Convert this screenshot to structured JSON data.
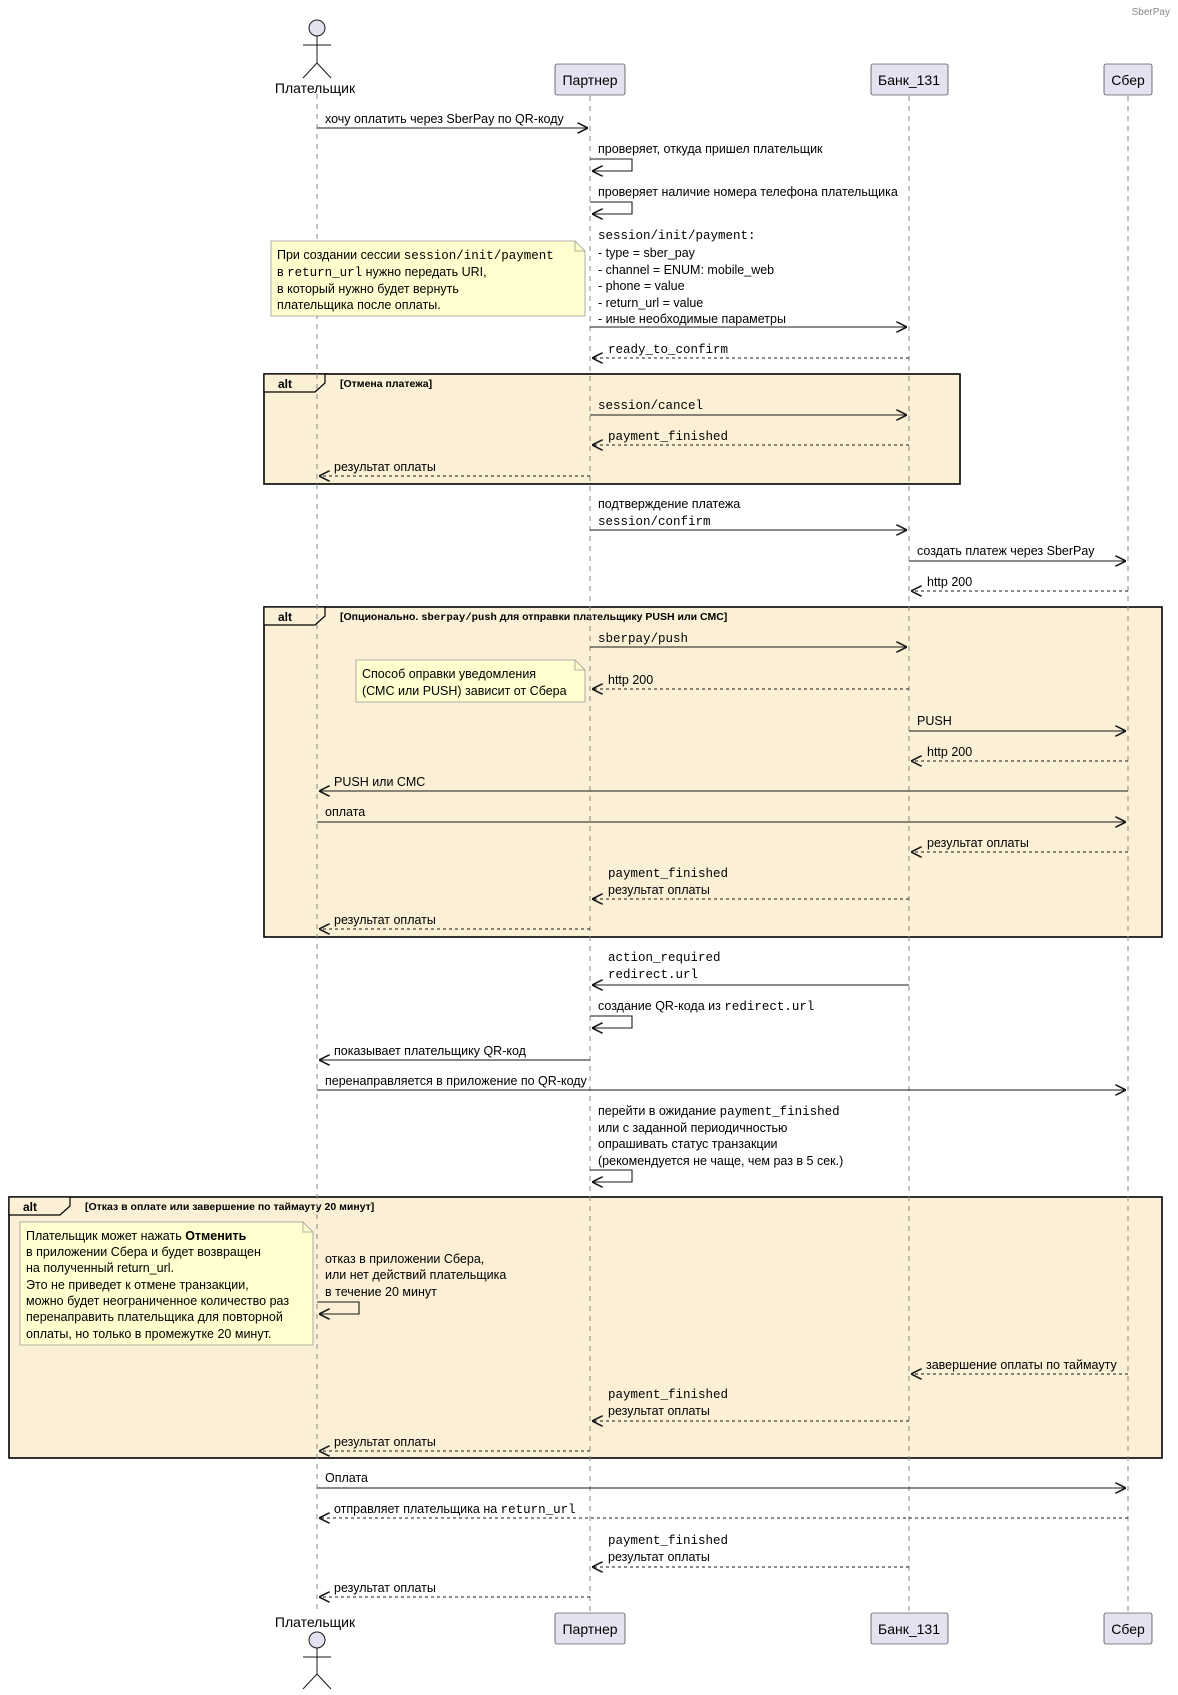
{
  "caption": "SberPay",
  "participants": {
    "payer": "Плательщик",
    "partner": "Партнер",
    "bank": "Банк_131",
    "sber": "Сбер"
  },
  "messages": {
    "m1": "хочу оплатить через SberPay по QR-коду",
    "m2": "проверяет, откуда пришел плательщик",
    "m3": "проверяет наличие номера телефона плательщика",
    "m4_code": "session/init/payment:",
    "m4_l2": " - type = sber_pay",
    "m4_l3": " - channel = ENUM: mobile_web",
    "m4_l4": " - phone = value",
    "m4_l5": " - return_url = value",
    "m4_l6": " - иные необходимые параметры",
    "m5": "ready_to_confirm",
    "m6": "session/cancel",
    "m7": "payment_finished",
    "m8": "результат оплаты",
    "m9_l1": "подтверждение платежа",
    "m9_l2": "session/confirm",
    "m10": "создать платеж через SberPay",
    "m11": "http 200",
    "m12": "sberpay/push",
    "m13": "http 200",
    "m14": "PUSH",
    "m15": "http 200",
    "m16": "PUSH или СМС",
    "m17": "оплата",
    "m18": "результат оплаты",
    "m19_code": "payment_finished",
    "m19_l2": "результат оплаты",
    "m20": "результат оплаты",
    "m21_l1": "action_required",
    "m21_l2": "redirect.url",
    "m22_text": "создание QR-кода из ",
    "m22_code": "redirect.url",
    "m23": "показывает плательщику QR-код",
    "m24": "перенаправляется в приложение по QR-коду",
    "m25_l1_text": "перейти в ожидание ",
    "m25_l1_code": "payment_finished",
    "m25_l2": " или с заданной периодичностью",
    "m25_l3": " опрашивать статус транзакции",
    "m25_l4": " (рекомендуется не чаще, чем раз в 5 сек.)",
    "m26_l1": "отказ в приложении Сбера,",
    "m26_l2": "  или нет действий плательщика",
    "m26_l3": "в течение 20 минут",
    "m27": "завершение оплаты по таймауту",
    "m28_code": "payment_finished",
    "m28_l2": "результат оплаты",
    "m29": "результат оплаты",
    "m30": "Оплата",
    "m31_text": "отправляет плательщика на ",
    "m31_code": "return_url",
    "m32_code": "payment_finished",
    "m32_l2": "результат оплаты",
    "m33": "результат оплаты"
  },
  "notes": {
    "n1_l1_text": "При создании сессии ",
    "n1_l1_code": "session/init/payment",
    "n1_l2_pre": "в ",
    "n1_l2_code": "return_url",
    "n1_l2_post": " нужно передать URI,",
    "n1_l3": "в который нужно будет вернуть",
    "n1_l4": "плательщика после оплаты.",
    "n2_l1": "Способ оправки уведомления",
    "n2_l2": "(СМС или PUSH) зависит от Сбера",
    "n3_l1_text": "Плательщик может нажать ",
    "n3_l1_bold": "Отменить",
    "n3_l2": "в приложении Сбера и будет возвращен",
    "n3_l3": "на полученный return_url.",
    "n3_l4": "Это не приведет к отмене транзакции,",
    "n3_l5": "можно будет неограниченное количество раз",
    "n3_l6": "перенаправить плательщика для повторной",
    "n3_l7": "оплаты, но только в промежутке 20 минут."
  },
  "alts": {
    "keyword": "alt",
    "a1": "[Отмена платежа]",
    "a2_pre": "[Опционально. ",
    "a2_code": "sberpay/push",
    "a2_post": " для отправки плательщику PUSH или СМС]",
    "a3": "[Отказ в оплате или завершение по таймауту 20 минут]"
  },
  "colors": {
    "participant_fill": "#e2e2f0",
    "alt_fill": "#fbefd6",
    "note_fill": "#fefece",
    "line": "#181818"
  }
}
